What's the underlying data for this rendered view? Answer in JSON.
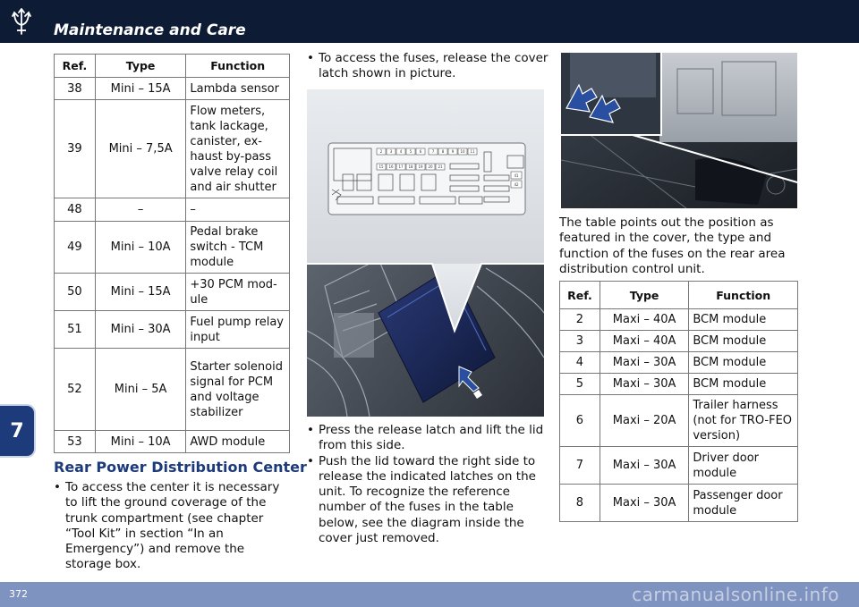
{
  "header": {
    "section_title": "Maintenance and Care"
  },
  "chapter": {
    "number": "7"
  },
  "footer": {
    "page_number": "372",
    "watermark": "carmanualsonline.info"
  },
  "table_front": {
    "columns": [
      "Ref.",
      "Type",
      "Function"
    ],
    "rows": [
      {
        "ref": "38",
        "type": "Mini – 15A",
        "function": "Lambda sensor"
      },
      {
        "ref": "39",
        "type": "Mini – 7,5A",
        "function": "Flow meters, tank lackage, canister, ex-haust by-pass valve relay coil and air shutter"
      },
      {
        "ref": "48",
        "type": "–",
        "function": "–"
      },
      {
        "ref": "49",
        "type": "Mini – 10A",
        "function": "Pedal brake switch - TCM module"
      },
      {
        "ref": "50",
        "type": "Mini – 15A",
        "function": "+30 PCM mod-ule"
      },
      {
        "ref": "51",
        "type": "Mini – 30A",
        "function": "Fuel pump relay input"
      },
      {
        "ref": "52",
        "type": "Mini – 5A",
        "function": "Starter solenoid signal for PCM and voltage stabilizer"
      },
      {
        "ref": "53",
        "type": "Mini – 10A",
        "function": "AWD module"
      }
    ]
  },
  "rear_center": {
    "heading": "Rear Power Distribution Center",
    "bullets": [
      "To access the center it is necessary to lift the ground coverage of the trunk compartment (see chapter “Tool Kit” in section “In an Emergency”) and remove the storage box."
    ]
  },
  "middle": {
    "bullets_top": [
      "To access the fuses, release the cover latch shown in picture."
    ],
    "bullets_bottom": [
      "Press the release latch and lift the lid from this side.",
      "Push the lid toward the right side to release the indicated latches on the unit. To recognize the reference number of the fuses in the table below, see the diagram inside the cover just removed."
    ],
    "diagram_labels": {
      "row1": [
        "2",
        "3",
        "4",
        "5",
        "6",
        "7",
        "8",
        "9",
        "10",
        "11"
      ],
      "row2": [
        "15",
        "16",
        "17",
        "18",
        "19",
        "20",
        "21"
      ],
      "side": [
        "41",
        "42"
      ]
    }
  },
  "right": {
    "paragraph": "The table points out the position as featured in the cover, the type and function of the fuses on the rear area distribution control unit."
  },
  "table_rear": {
    "columns": [
      "Ref.",
      "Type",
      "Function"
    ],
    "rows": [
      {
        "ref": "2",
        "type": "Maxi – 40A",
        "function": "BCM module"
      },
      {
        "ref": "3",
        "type": "Maxi – 40A",
        "function": "BCM module"
      },
      {
        "ref": "4",
        "type": "Maxi – 30A",
        "function": "BCM module"
      },
      {
        "ref": "5",
        "type": "Maxi – 30A",
        "function": "BCM module"
      },
      {
        "ref": "6",
        "type": "Maxi – 20A",
        "function": "Trailer harness (not for TRO-FEO version)"
      },
      {
        "ref": "7",
        "type": "Maxi – 30A",
        "function": "Driver door module"
      },
      {
        "ref": "8",
        "type": "Maxi – 30A",
        "function": "Passenger door module"
      }
    ]
  },
  "colors": {
    "header_bg": "#0e1b35",
    "accent": "#1d3a7a",
    "footer_bg": "#7f93c0",
    "arrow": "#2a4fa0"
  }
}
